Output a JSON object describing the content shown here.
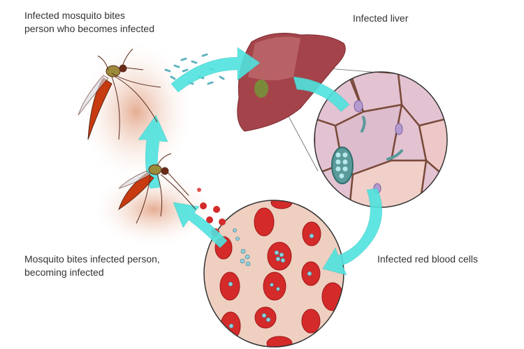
{
  "labels": {
    "mosquito_bites_person_line1": "Infected mosquito bites",
    "mosquito_bites_person_line2": "person who becomes infected",
    "infected_liver": "Infected liver",
    "mosquito_becomes_infected_line1": "Mosquito bites infected person,",
    "mosquito_becomes_infected_line2": "becoming infected",
    "infected_rbc": "Infected red blood cells"
  },
  "colors": {
    "arrow": "#4fe3df",
    "liver": "#a4444a",
    "rbc": "#d42a2a",
    "skin": "#e9b9a0",
    "parasite": "#7cc7cf"
  }
}
